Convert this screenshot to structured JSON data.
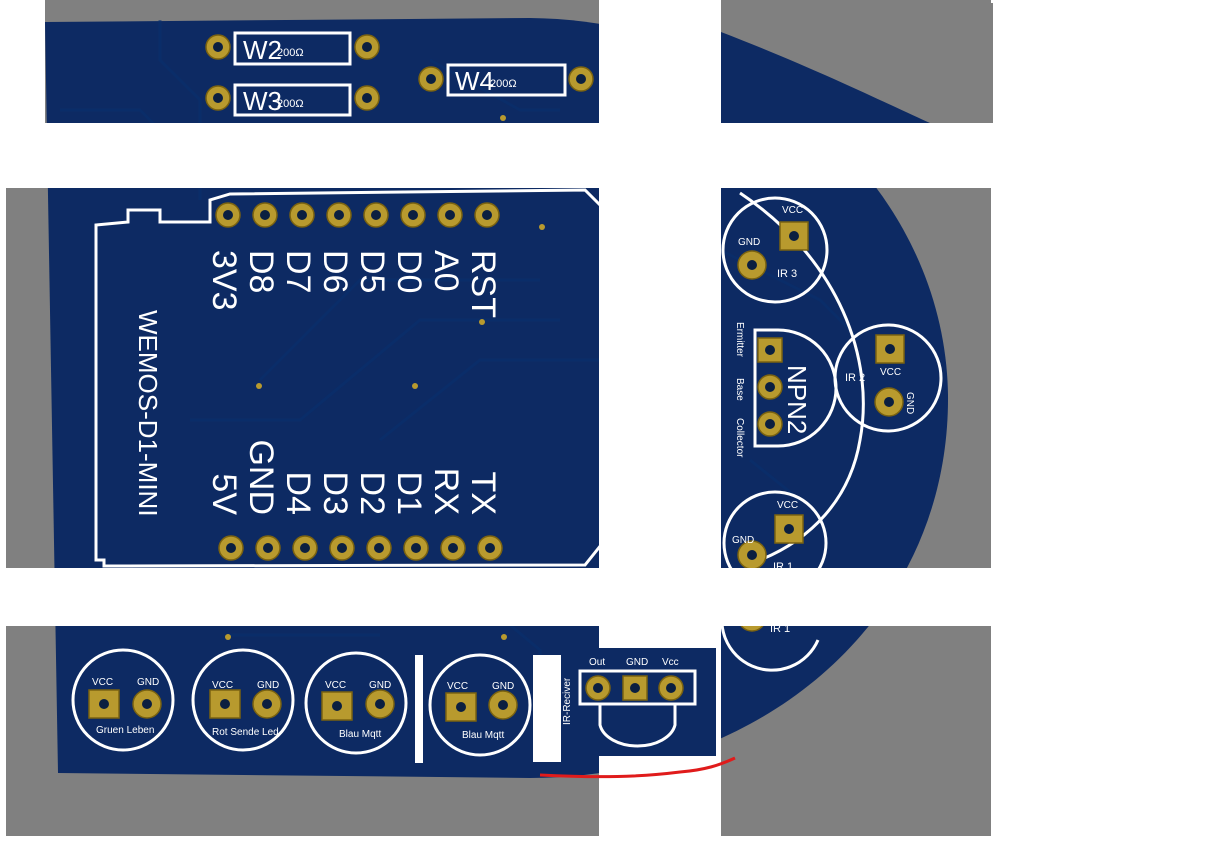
{
  "resistors": [
    {
      "ref": "W2",
      "value": "200Ω"
    },
    {
      "ref": "W3",
      "value": "200Ω"
    },
    {
      "ref": "W4",
      "value": "200Ω"
    }
  ],
  "wemos": {
    "title": "WEMOS-D1-MINI",
    "top_pins": [
      "3V3",
      "D8",
      "D7",
      "D6",
      "D5",
      "D0",
      "A0",
      "RST"
    ],
    "bottom_pins": [
      "5V",
      "GND",
      "D4",
      "D3",
      "D2",
      "D1",
      "RX",
      "TX"
    ]
  },
  "ir_sensors": [
    {
      "name": "IR 3",
      "vcc": "VCC",
      "gnd": "GND"
    },
    {
      "name": "IR 2",
      "vcc": "VCC",
      "gnd": "GND"
    },
    {
      "name": "IR 1",
      "vcc": "VCC",
      "gnd": "GND"
    },
    {
      "name": "IR 1"
    }
  ],
  "transistor": {
    "name": "NPN2",
    "pins": [
      "Ermitter",
      "Base",
      "Collector"
    ]
  },
  "leds": [
    {
      "name": "Gruen Leben",
      "vcc": "VCC",
      "gnd": "GND"
    },
    {
      "name": "Rot Sende Led",
      "vcc": "VCC",
      "gnd": "GND"
    },
    {
      "name": "Blau Mqtt",
      "vcc": "VCC",
      "gnd": "GND"
    },
    {
      "name": "Blau Mqtt",
      "vcc": "VCC",
      "gnd": "GND"
    }
  ],
  "ir_receiver": {
    "name": "IR-Reciver",
    "pins": [
      "Out",
      "GND",
      "Vcc"
    ]
  },
  "colors": {
    "board": "#0d2a63",
    "background": "#808080",
    "silkscreen": "#ffffff",
    "pad": "#b89a2e",
    "red_line": "#e01b1b"
  }
}
